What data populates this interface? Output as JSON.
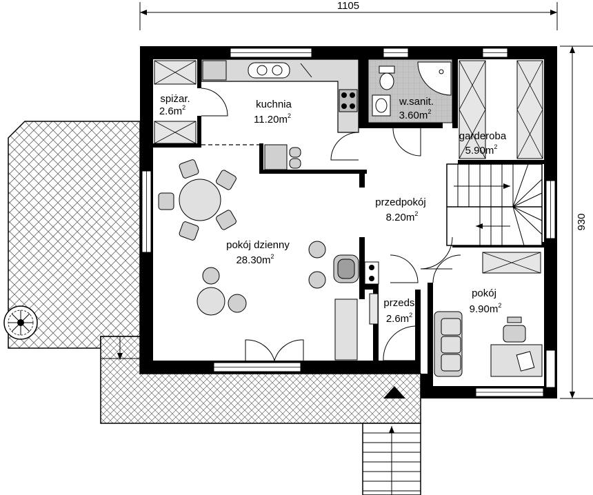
{
  "dimensions": {
    "width": "1105",
    "depth": "930"
  },
  "rooms": {
    "pantry": {
      "name": "spiżar.",
      "area": "2.6m",
      "unit_exp": "2"
    },
    "kitchen": {
      "name": "kuchnia",
      "area": "11.20m",
      "unit_exp": "2"
    },
    "wc": {
      "name": "w.sanit.",
      "area": "3.60m",
      "unit_exp": "2"
    },
    "wardrobe": {
      "name": "garderoba",
      "area": "5.90m",
      "unit_exp": "2"
    },
    "hall": {
      "name": "przedpokój",
      "area": "8.20m",
      "unit_exp": "2"
    },
    "living": {
      "name": "pokój dzienny",
      "area": "28.30m",
      "unit_exp": "2"
    },
    "vestibule": {
      "name": "przeds.",
      "area": "2.6m",
      "unit_exp": "2"
    },
    "room": {
      "name": "pokój",
      "area": "9.90m",
      "unit_exp": "2"
    }
  },
  "colors": {
    "wall": "#000000",
    "bathroom_fill": "#bfbfbf",
    "counter_fill": "#d9d9d9",
    "furniture_fill": "#e0e0e0",
    "terrace_pattern": "#555555"
  }
}
